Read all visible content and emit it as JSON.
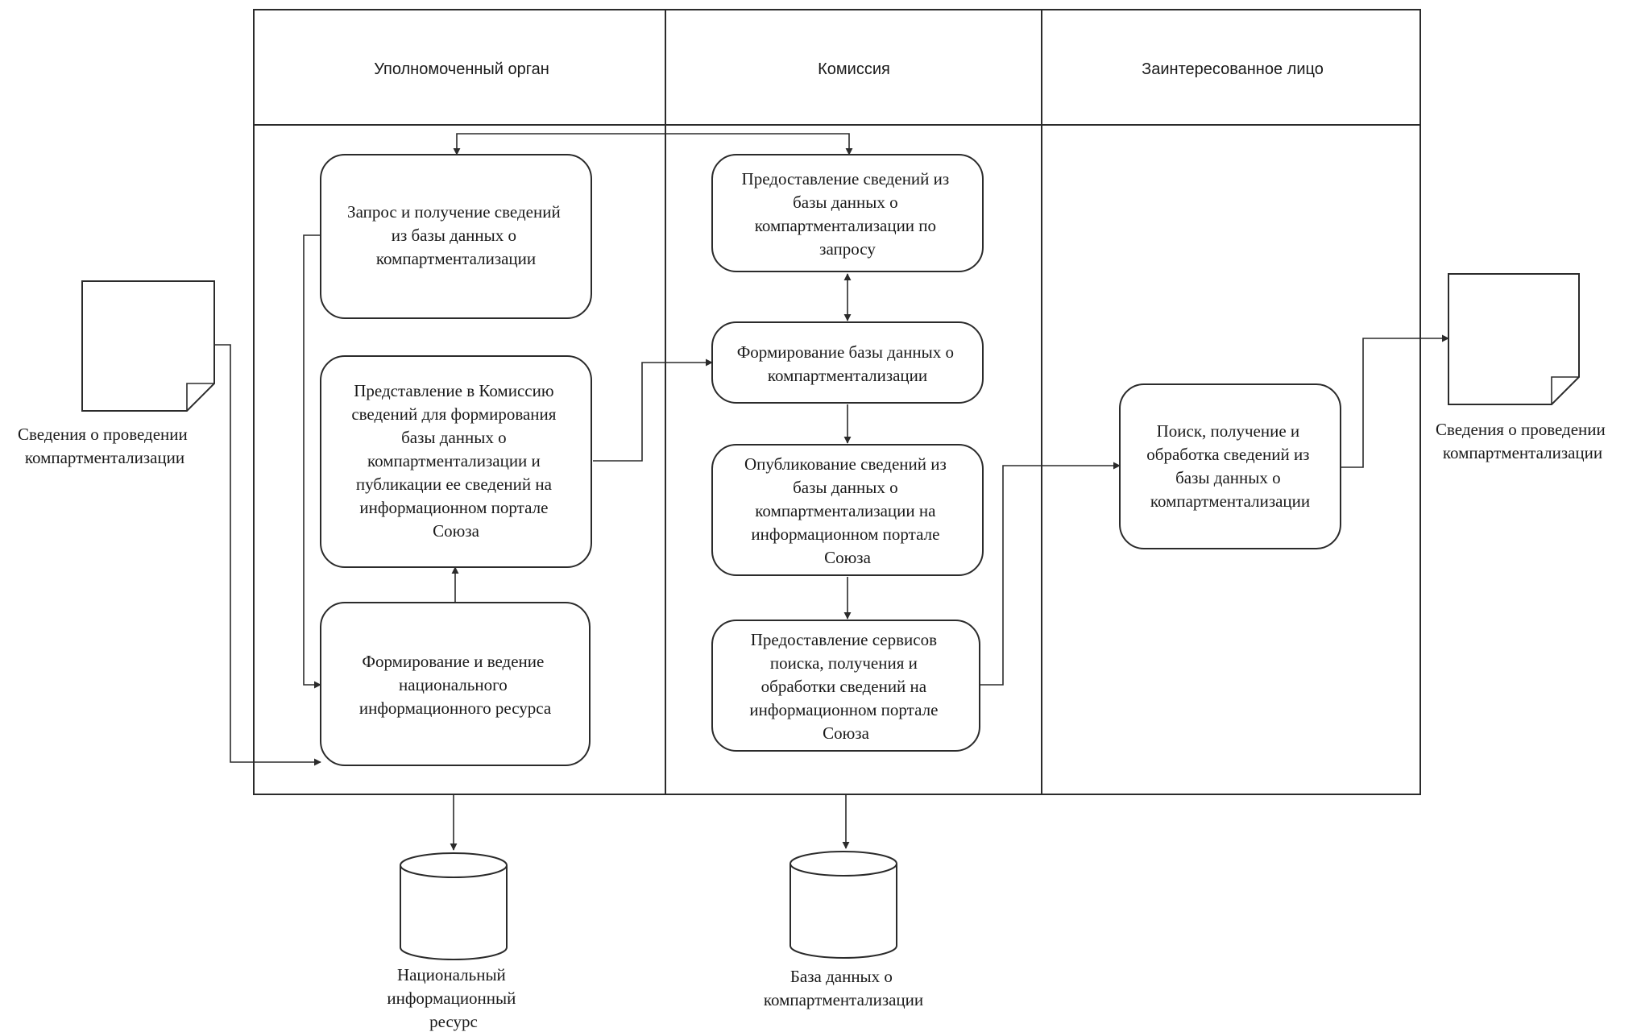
{
  "lanes": [
    {
      "id": "lane-authority",
      "label": "Уполномоченный орган"
    },
    {
      "id": "lane-commission",
      "label": "Комиссия"
    },
    {
      "id": "lane-interested",
      "label": "Заинтересованное лицо"
    }
  ],
  "nodes": [
    {
      "id": "request-info",
      "lines": [
        "Запрос и получение сведений",
        "из базы данных о",
        "компартментализации"
      ]
    },
    {
      "id": "submit-to-commission",
      "lines": [
        "Представление в Комиссию",
        "сведений для формирования",
        "базы данных о",
        "компартментализации и",
        "публикации ее сведений на",
        "информационном портале",
        "Союза"
      ]
    },
    {
      "id": "national-resource",
      "lines": [
        "Формирование и ведение",
        "национального",
        "информационного ресурса"
      ]
    },
    {
      "id": "provide-on-request",
      "lines": [
        "Предоставление сведений из",
        "базы данных о",
        "компартментализации по",
        "запросу"
      ]
    },
    {
      "id": "form-database",
      "lines": [
        "Формирование базы данных о",
        "компартментализации"
      ]
    },
    {
      "id": "publish-info",
      "lines": [
        "Опубликование сведений из",
        "базы данных о",
        "компартментализации на",
        "информационном портале",
        "Союза"
      ]
    },
    {
      "id": "provide-services",
      "lines": [
        "Предоставление сервисов",
        "поиска, получения и",
        "обработки сведений на",
        "информационном портале",
        "Союза"
      ]
    },
    {
      "id": "search-info",
      "lines": [
        "Поиск, получение и",
        "обработка сведений из",
        "базы данных о",
        "компартментализации"
      ]
    }
  ],
  "documents": [
    {
      "id": "doc-input",
      "lines": [
        "Сведения о проведении",
        "компартментализации"
      ]
    },
    {
      "id": "doc-output",
      "lines": [
        "Сведения о проведении",
        "компартментализации"
      ]
    }
  ],
  "databases": [
    {
      "id": "db-national",
      "lines": [
        "Национальный",
        "информационный",
        "ресурс"
      ]
    },
    {
      "id": "db-compartment",
      "lines": [
        "База данных о",
        "компартментализации"
      ]
    }
  ],
  "colors": {
    "stroke": "#2b2b2b",
    "background": "#ffffff"
  }
}
